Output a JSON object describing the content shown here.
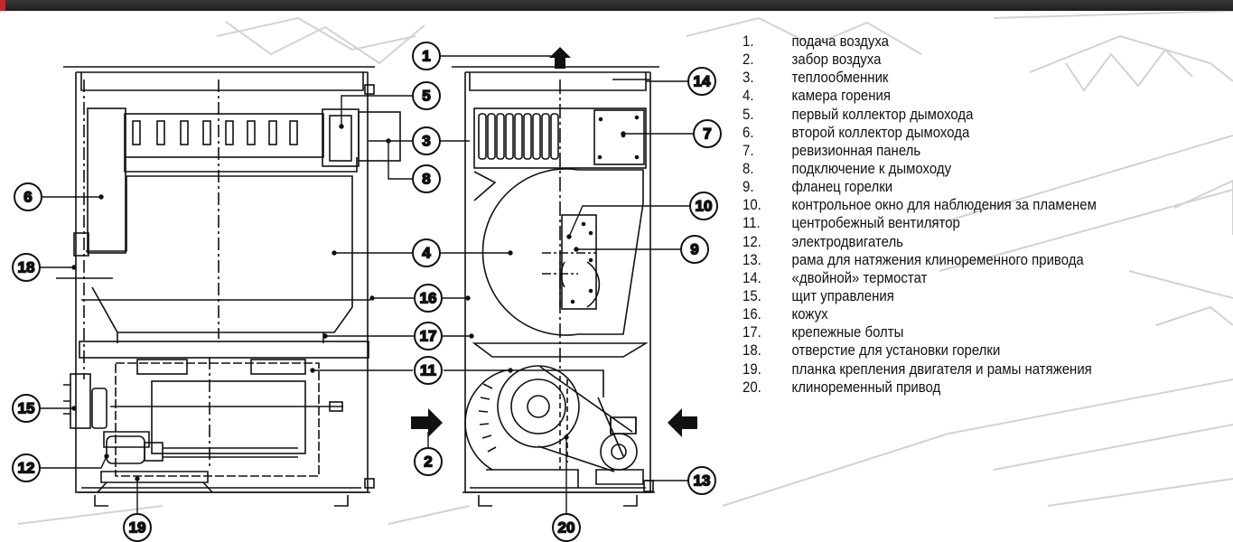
{
  "callouts": [
    "1",
    "2",
    "3",
    "4",
    "5",
    "6",
    "7",
    "8",
    "9",
    "10",
    "11",
    "12",
    "13",
    "14",
    "15",
    "16",
    "17",
    "18",
    "19",
    "20"
  ],
  "legend": [
    {
      "num": "1.",
      "text": "подача воздуха"
    },
    {
      "num": "2.",
      "text": "забор воздуха"
    },
    {
      "num": "3.",
      "text": "теплообменник"
    },
    {
      "num": "4.",
      "text": "камера горения"
    },
    {
      "num": "5.",
      "text": "первый коллектор дымохода"
    },
    {
      "num": "6.",
      "text": "второй коллектор дымохода"
    },
    {
      "num": "7.",
      "text": "ревизионная панель"
    },
    {
      "num": "8.",
      "text": "подключение к дымоходу"
    },
    {
      "num": "9.",
      "text": "фланец горелки"
    },
    {
      "num": "10.",
      "text": "контрольное окно для наблюдения за пламенем"
    },
    {
      "num": "11.",
      "text": "центробежный вентилятор"
    },
    {
      "num": "12.",
      "text": "электродвигатель"
    },
    {
      "num": "13.",
      "text": "рама для натяжения клиноременного привода"
    },
    {
      "num": "14.",
      "text": "«двойной» термостат"
    },
    {
      "num": "15.",
      "text": "щит управления"
    },
    {
      "num": "16.",
      "text": "кожух"
    },
    {
      "num": "17.",
      "text": "крепежные болты"
    },
    {
      "num": "18.",
      "text": "отверстие для установки горелки"
    },
    {
      "num": "19.",
      "text": "планка крепления двигателя и рамы натяжения"
    },
    {
      "num": "20.",
      "text": "клиноременный привод"
    }
  ],
  "colors": {
    "accent": "#c62828",
    "topbar": "#2a2a2a",
    "line": "#111111",
    "watermark": "#cfcfcf"
  }
}
